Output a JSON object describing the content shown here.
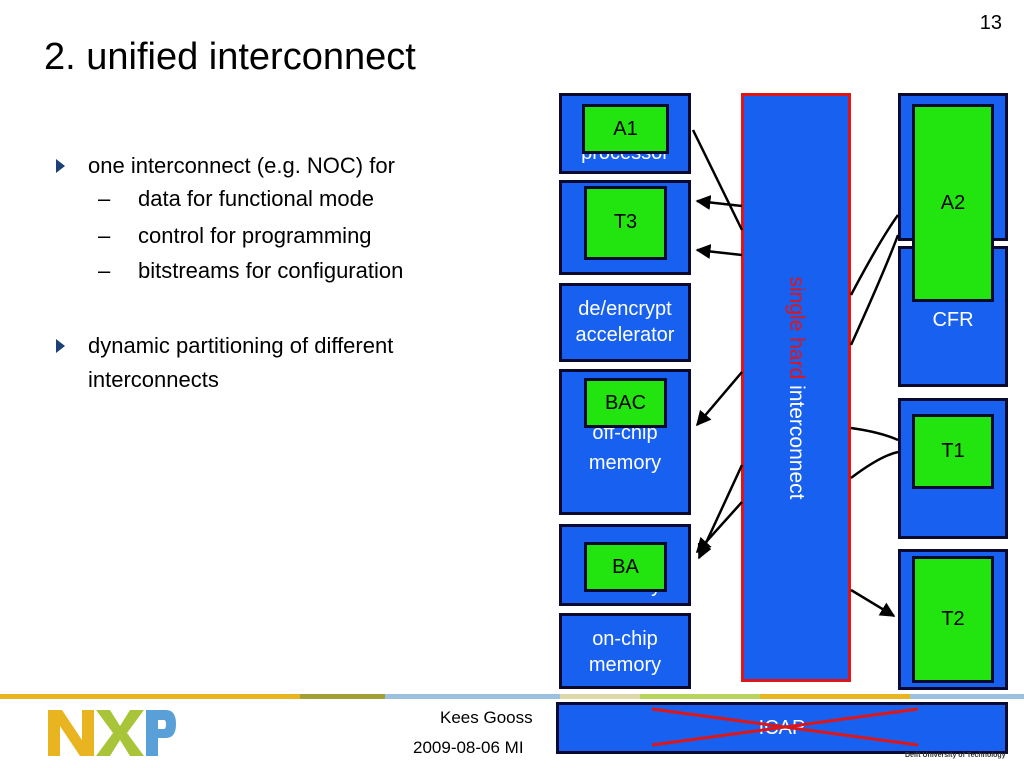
{
  "slide_number": "13",
  "title": "2. unified interconnect",
  "bullets": [
    {
      "text": "one interconnect (e.g. NOC) for",
      "sub": [
        "data for functional mode",
        "control for programming",
        "bitstreams for configuration"
      ]
    },
    {
      "text": "dynamic partitioning of different",
      "text2": "interconnects",
      "sub": []
    }
  ],
  "sub_marker": "–",
  "diagram": {
    "left_blocks": {
      "processor": "processor",
      "de_encrypt_1": "de/encrypt",
      "de_encrypt_2": "accelerator",
      "offchip_1": "off-chip",
      "offchip_2": "memory",
      "memory_partial": "memory",
      "onchip_1": "on-chip",
      "onchip_2": "memory"
    },
    "green_tiles": {
      "a1": "A1",
      "t3": "T3",
      "bac": "BAC",
      "ba": "BA",
      "a2": "A2",
      "t1": "T1",
      "t2": "T2"
    },
    "right_blocks": {
      "cfr": "CFR"
    },
    "hard_interconnect": {
      "part1": "single hard",
      "part2": " interconnect"
    },
    "icap": "ICAP"
  },
  "footer": {
    "line1": "Kees Gooss",
    "line2": "2009-08-06 MI",
    "tud": "Delft University of Technology"
  },
  "colors": {
    "block_blue": "#1860f0",
    "tile_green": "#22e40e",
    "interconnect_border": "#e01515",
    "bullet_marker": "#1d3f73",
    "footer_bar": [
      "#e8b520",
      "#a0a035",
      "#9bc0e0",
      "#ded8a8",
      "#b8d45e",
      "#e8b520",
      "#9bc0e0",
      "#b8d45e"
    ]
  }
}
